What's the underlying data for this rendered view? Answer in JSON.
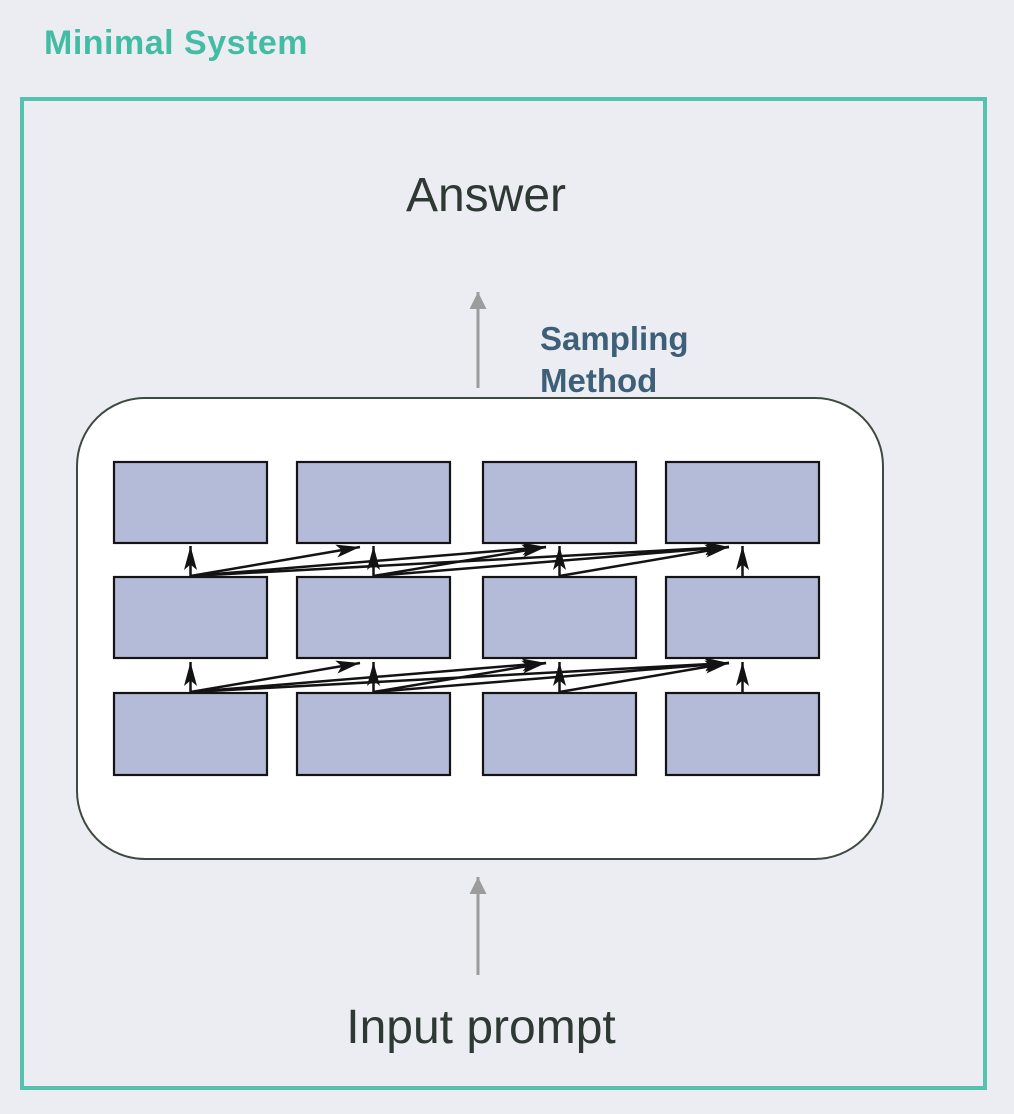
{
  "title": "Minimal System",
  "labels": {
    "answer": "Answer",
    "sampling_method": "Sampling\nMethod",
    "input_prompt": "Input prompt"
  },
  "diagram": {
    "candidate_grid": {
      "rows": 3,
      "columns": 4
    },
    "connections": "each upper-row box receives arrows from every lower-row box in the same or earlier column",
    "flow_sequence": [
      "Input prompt",
      "Sampling Method",
      "Answer"
    ]
  },
  "colors": {
    "background": "#ECEDF3",
    "frame_teal": "#55C2AF",
    "title_teal": "#43BCA4",
    "dark_text": "#2F3933",
    "sampling_blue": "#3D6078",
    "candidate_box_fill": "#B4BBD8",
    "candidate_box_stroke": "#141414",
    "container_stroke": "#3D4A40",
    "flow_arrow_gray": "#9C9C9C",
    "connection_black": "#131313"
  }
}
